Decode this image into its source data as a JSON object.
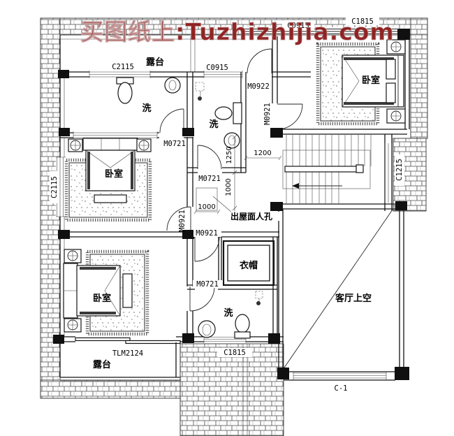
{
  "watermark": {
    "text": "买图纸上:Tuzhizhijia.com",
    "color": "#8e1b1b"
  },
  "rooms": {
    "terrace": "露台",
    "bedroom": "卧室",
    "bath": "洗",
    "cloakroom": "衣帽",
    "living_void": "客厅上空",
    "roof_manhole": "出屋面人孔"
  },
  "openings": {
    "window_c2115": "C2115",
    "window_c0915": "C0915",
    "window_c1815": "C1815",
    "window_c1215": "C1215",
    "window_c1": "C-1",
    "door_m0922": "M0922",
    "door_m0921": "M0921",
    "door_m0721": "M0721",
    "sliding_door_tlm2124": "TLM2124"
  },
  "dimensions": {
    "hall_width": "1200",
    "manhole_depth": "1000",
    "manhole_width": "1000",
    "bath_width": "1250"
  },
  "colors": {
    "line": "#141414",
    "paper": "#ffffff"
  }
}
